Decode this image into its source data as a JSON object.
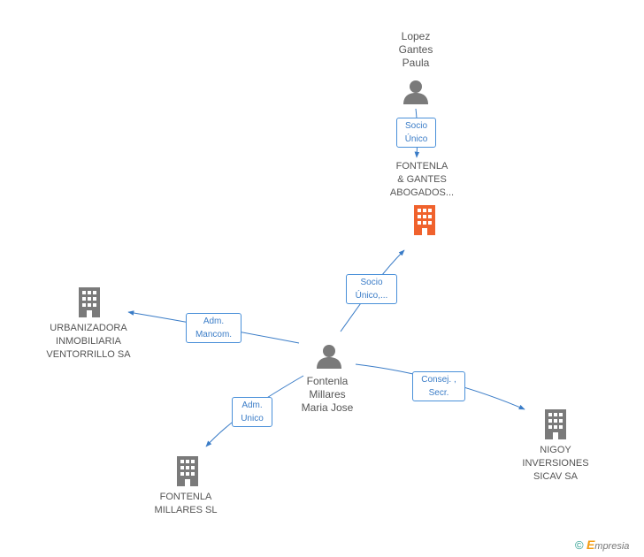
{
  "nodes": {
    "lopez": {
      "label": "Lopez\nGantes\nPaula",
      "kind": "person"
    },
    "fontenla_abogados": {
      "label": "FONTENLA\n& GANTES\nABOGADOS...",
      "kind": "company",
      "highlight": true
    },
    "urbanizadora": {
      "label": "URBANIZADORA\nINMOBILIARIA\nVENTORRILLO SA",
      "kind": "company"
    },
    "fontenla_maria": {
      "label": "Fontenla\nMillares\nMaria Jose",
      "kind": "person"
    },
    "fontenla_millares": {
      "label": "FONTENLA\nMILLARES SL",
      "kind": "company"
    },
    "nigoy": {
      "label": "NIGOY\nINVERSIONES\nSICAV SA",
      "kind": "company"
    }
  },
  "edges": {
    "socio_unico": "Socio\nÚnico",
    "socio_unico_2": "Socio\nÚnico,...",
    "adm_mancom": "Adm.\nMancom.",
    "adm_unico": "Adm.\nUnico",
    "consej_secr": "Consej. ,\nSecr."
  },
  "colors": {
    "edge": "#3a7cc7",
    "company": "#7a7a7a",
    "company_highlight": "#f0622d",
    "person": "#7a7a7a"
  },
  "footer": {
    "copyright": "©",
    "brand_first": "E",
    "brand_rest": "mpresia"
  }
}
